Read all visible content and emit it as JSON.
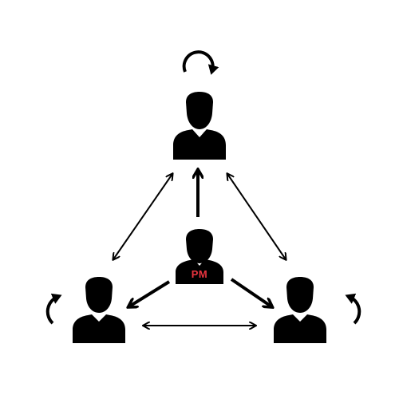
{
  "diagram": {
    "pm_label": "PM",
    "colors": {
      "figure": "#000000",
      "pm_label": "#e8343f",
      "background": "#ffffff"
    },
    "nodes": [
      {
        "id": "top",
        "icon": "person-icon"
      },
      {
        "id": "center",
        "icon": "person-icon",
        "label": "PM"
      },
      {
        "id": "bottom-left",
        "icon": "person-icon"
      },
      {
        "id": "bottom-right",
        "icon": "person-icon"
      }
    ],
    "edges": [
      {
        "from": "center",
        "to": "top",
        "style": "thick"
      },
      {
        "from": "center",
        "to": "bottom-left",
        "style": "thick"
      },
      {
        "from": "center",
        "to": "bottom-right",
        "style": "thick"
      },
      {
        "from": "top",
        "to": "bottom-left",
        "style": "thin",
        "bidirectional": true
      },
      {
        "from": "top",
        "to": "bottom-right",
        "style": "thin",
        "bidirectional": true
      },
      {
        "from": "bottom-left",
        "to": "bottom-right",
        "style": "thin",
        "bidirectional": true
      }
    ],
    "self_loops": [
      {
        "node": "top",
        "icon": "cycle-arrow-icon"
      },
      {
        "node": "bottom-left",
        "icon": "cycle-arrow-icon"
      },
      {
        "node": "bottom-right",
        "icon": "cycle-arrow-icon"
      }
    ]
  }
}
